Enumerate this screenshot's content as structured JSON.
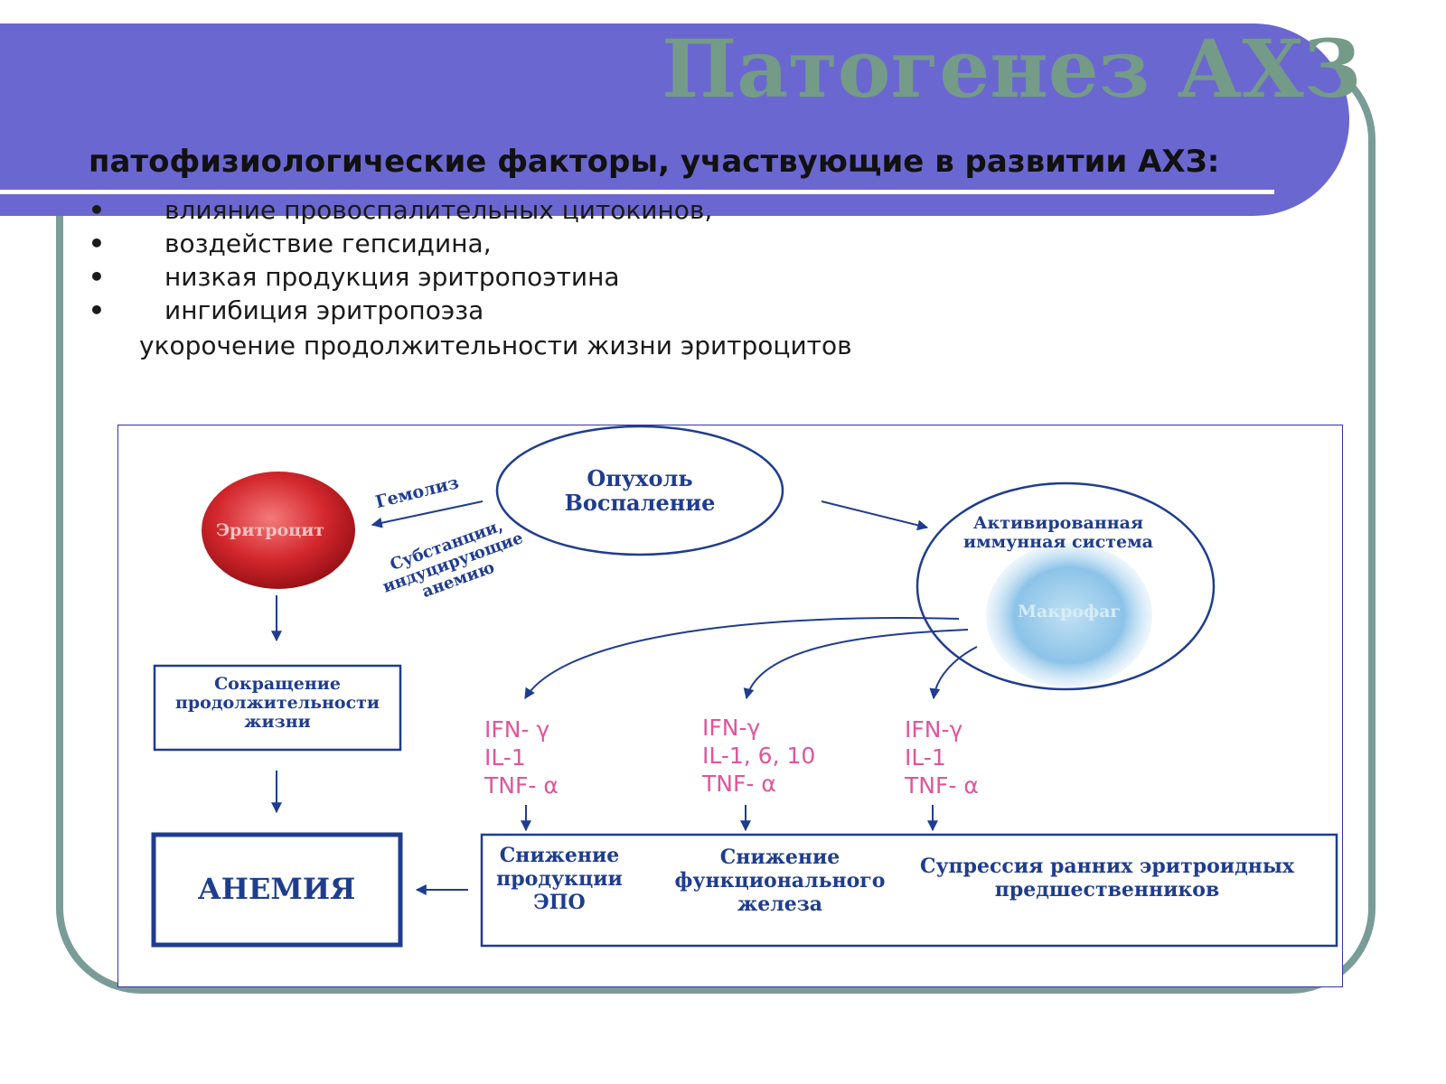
{
  "slide": {
    "title": "Патогенез АХЗ",
    "subtitle": "патофизиологические факторы, участвующие в развитии АХЗ:",
    "factors": [
      "влияние провоспалительных цитокинов,",
      "воздействие гепсидина,",
      "низкая продукция эритропоэтина",
      "ингибиция эритропоэза"
    ],
    "extra_line": "укорочение продолжительности жизни эритроцитов",
    "bullet_glyph": "•"
  },
  "diagram": {
    "tumor": [
      "Опухоль",
      "Воспаление"
    ],
    "erythrocyte": "Эритроцит",
    "hemolysis": "Гемолиз",
    "substances": [
      "Субстанции,",
      "индуцирующие",
      "анемию"
    ],
    "immune": [
      "Активированная",
      "иммунная система"
    ],
    "macrophage": "Макрофаг",
    "lifespan": [
      "Сокращение",
      "продолжительности",
      "жизни"
    ],
    "anemia": "АНЕМИЯ",
    "cytokines_1": [
      "IFN- γ",
      "IL-1",
      "TNF- α"
    ],
    "cytokines_2": [
      "IFN-γ",
      "IL-1, 6, 10",
      "TNF- α"
    ],
    "cytokines_3": [
      "IFN-γ",
      "IL-1",
      "TNF- α"
    ],
    "epo": [
      "Снижение",
      "продукции",
      "ЭПО"
    ],
    "iron": [
      "Снижение",
      "функционального",
      "железа"
    ],
    "suppression": [
      "Супрессия ранних эритроидных",
      "предшественников"
    ]
  },
  "colors": {
    "banner": "#6b67d0",
    "frame": "#7a9c98",
    "title": "#749b88",
    "diagram_text": "#1f3d8f",
    "cytokine_text": "#e0559a",
    "erythrocyte": "#c8181e"
  }
}
